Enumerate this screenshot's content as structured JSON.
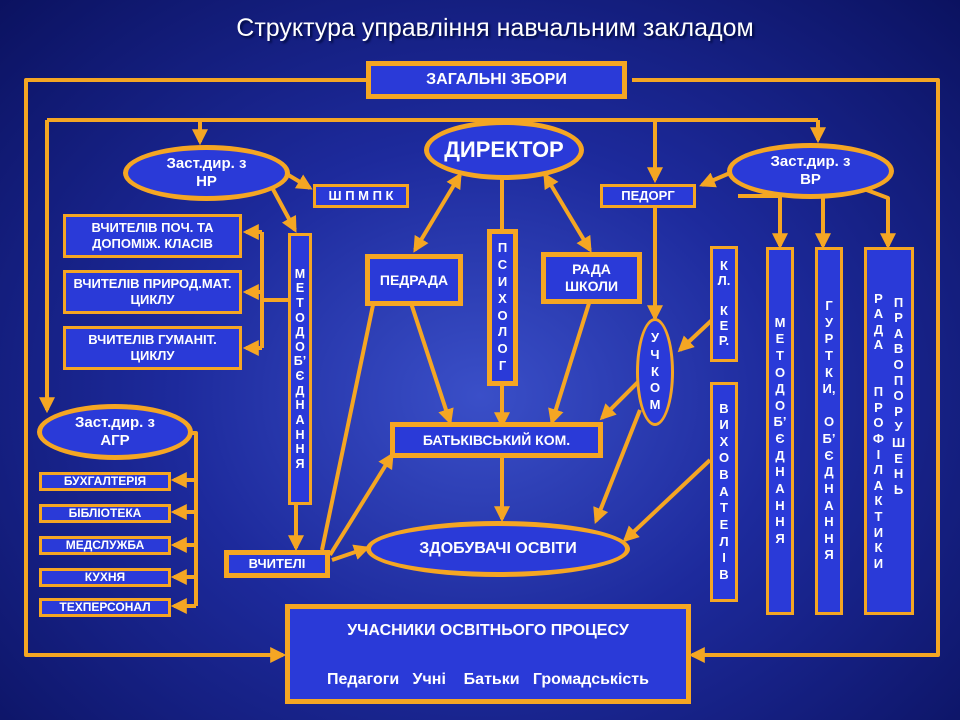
{
  "title": "Структура управління навчальним закладом",
  "colors": {
    "accent": "#f5a623",
    "box_fill": "#2a3ad8",
    "background": "#1d2a9c",
    "text": "#ffffff"
  },
  "nodes": {
    "general_meeting": "ЗАГАЛЬНІ   ЗБОРИ",
    "director": "ДИРЕКТОР",
    "deputy_nr": [
      "Заст.дир. з",
      "НР"
    ],
    "deputy_vr": [
      "Заст.дир. з",
      "ВР"
    ],
    "deputy_agr": [
      "Заст.дир. з",
      "АГР"
    ],
    "shmpk": "Ш П М П К",
    "pedorg": "ПЕДОРГ",
    "teachers_primary": "ВЧИТЕЛІВ  ПОЧ. ТА ДОПОМІЖ. КЛАСІВ",
    "teachers_natural": "ВЧИТЕЛІВ ПРИРОД.МАТ. ЦИКЛУ",
    "teachers_humanit": "ВЧИТЕЛІВ ГУМАНІТ.  ЦИКЛУ",
    "method_assoc_left": "МЕТОДОБ’ЄДНАННЯ",
    "pedrada": "ПЕДРАДА",
    "psychologist": "ПСИХОЛОГ",
    "school_council": "РАДА ШКОЛИ",
    "uchkom": "УЧКОМ",
    "class_kerivnyky": [
      "К",
      "Л.",
      "",
      "К",
      "Е",
      "Р."
    ],
    "vykhovateli": "ВИХОВАТЕЛІВ",
    "method_assoc_right": "МЕТОДОБ’ЄДНАННЯ",
    "hurtky": [
      "Г",
      "У",
      "Р",
      "Т",
      "К",
      "И,",
      "",
      "О",
      "Б’",
      "Є",
      "Д",
      "Н",
      "А",
      "Н",
      "Н",
      "Я"
    ],
    "rada_profilaktyky": "РАДА  ПРОФІЛАКТИКИ",
    "rada_pravoporushen": "ПРАВОПОРУШЕНЬ",
    "parents_committee": "БАТЬКІВСЬКИЙ КОМ.",
    "accounting": "БУХГАЛТЕРІЯ",
    "library": "БІБЛІОТЕКА",
    "medical": "МЕДСЛУЖБА",
    "kitchen": "КУХНЯ",
    "tech_staff": "ТЕХПЕРСОНАЛ",
    "teachers": "ВЧИТЕЛІ",
    "students": "ЗДОБУВАЧІ ОСВІТИ",
    "participants_title": "УЧАСНИКИ  ОСВІТНЬОГО ПРОЦЕСУ",
    "participants_list": "Педагоги   Учні    Батьки   Громадськість"
  }
}
